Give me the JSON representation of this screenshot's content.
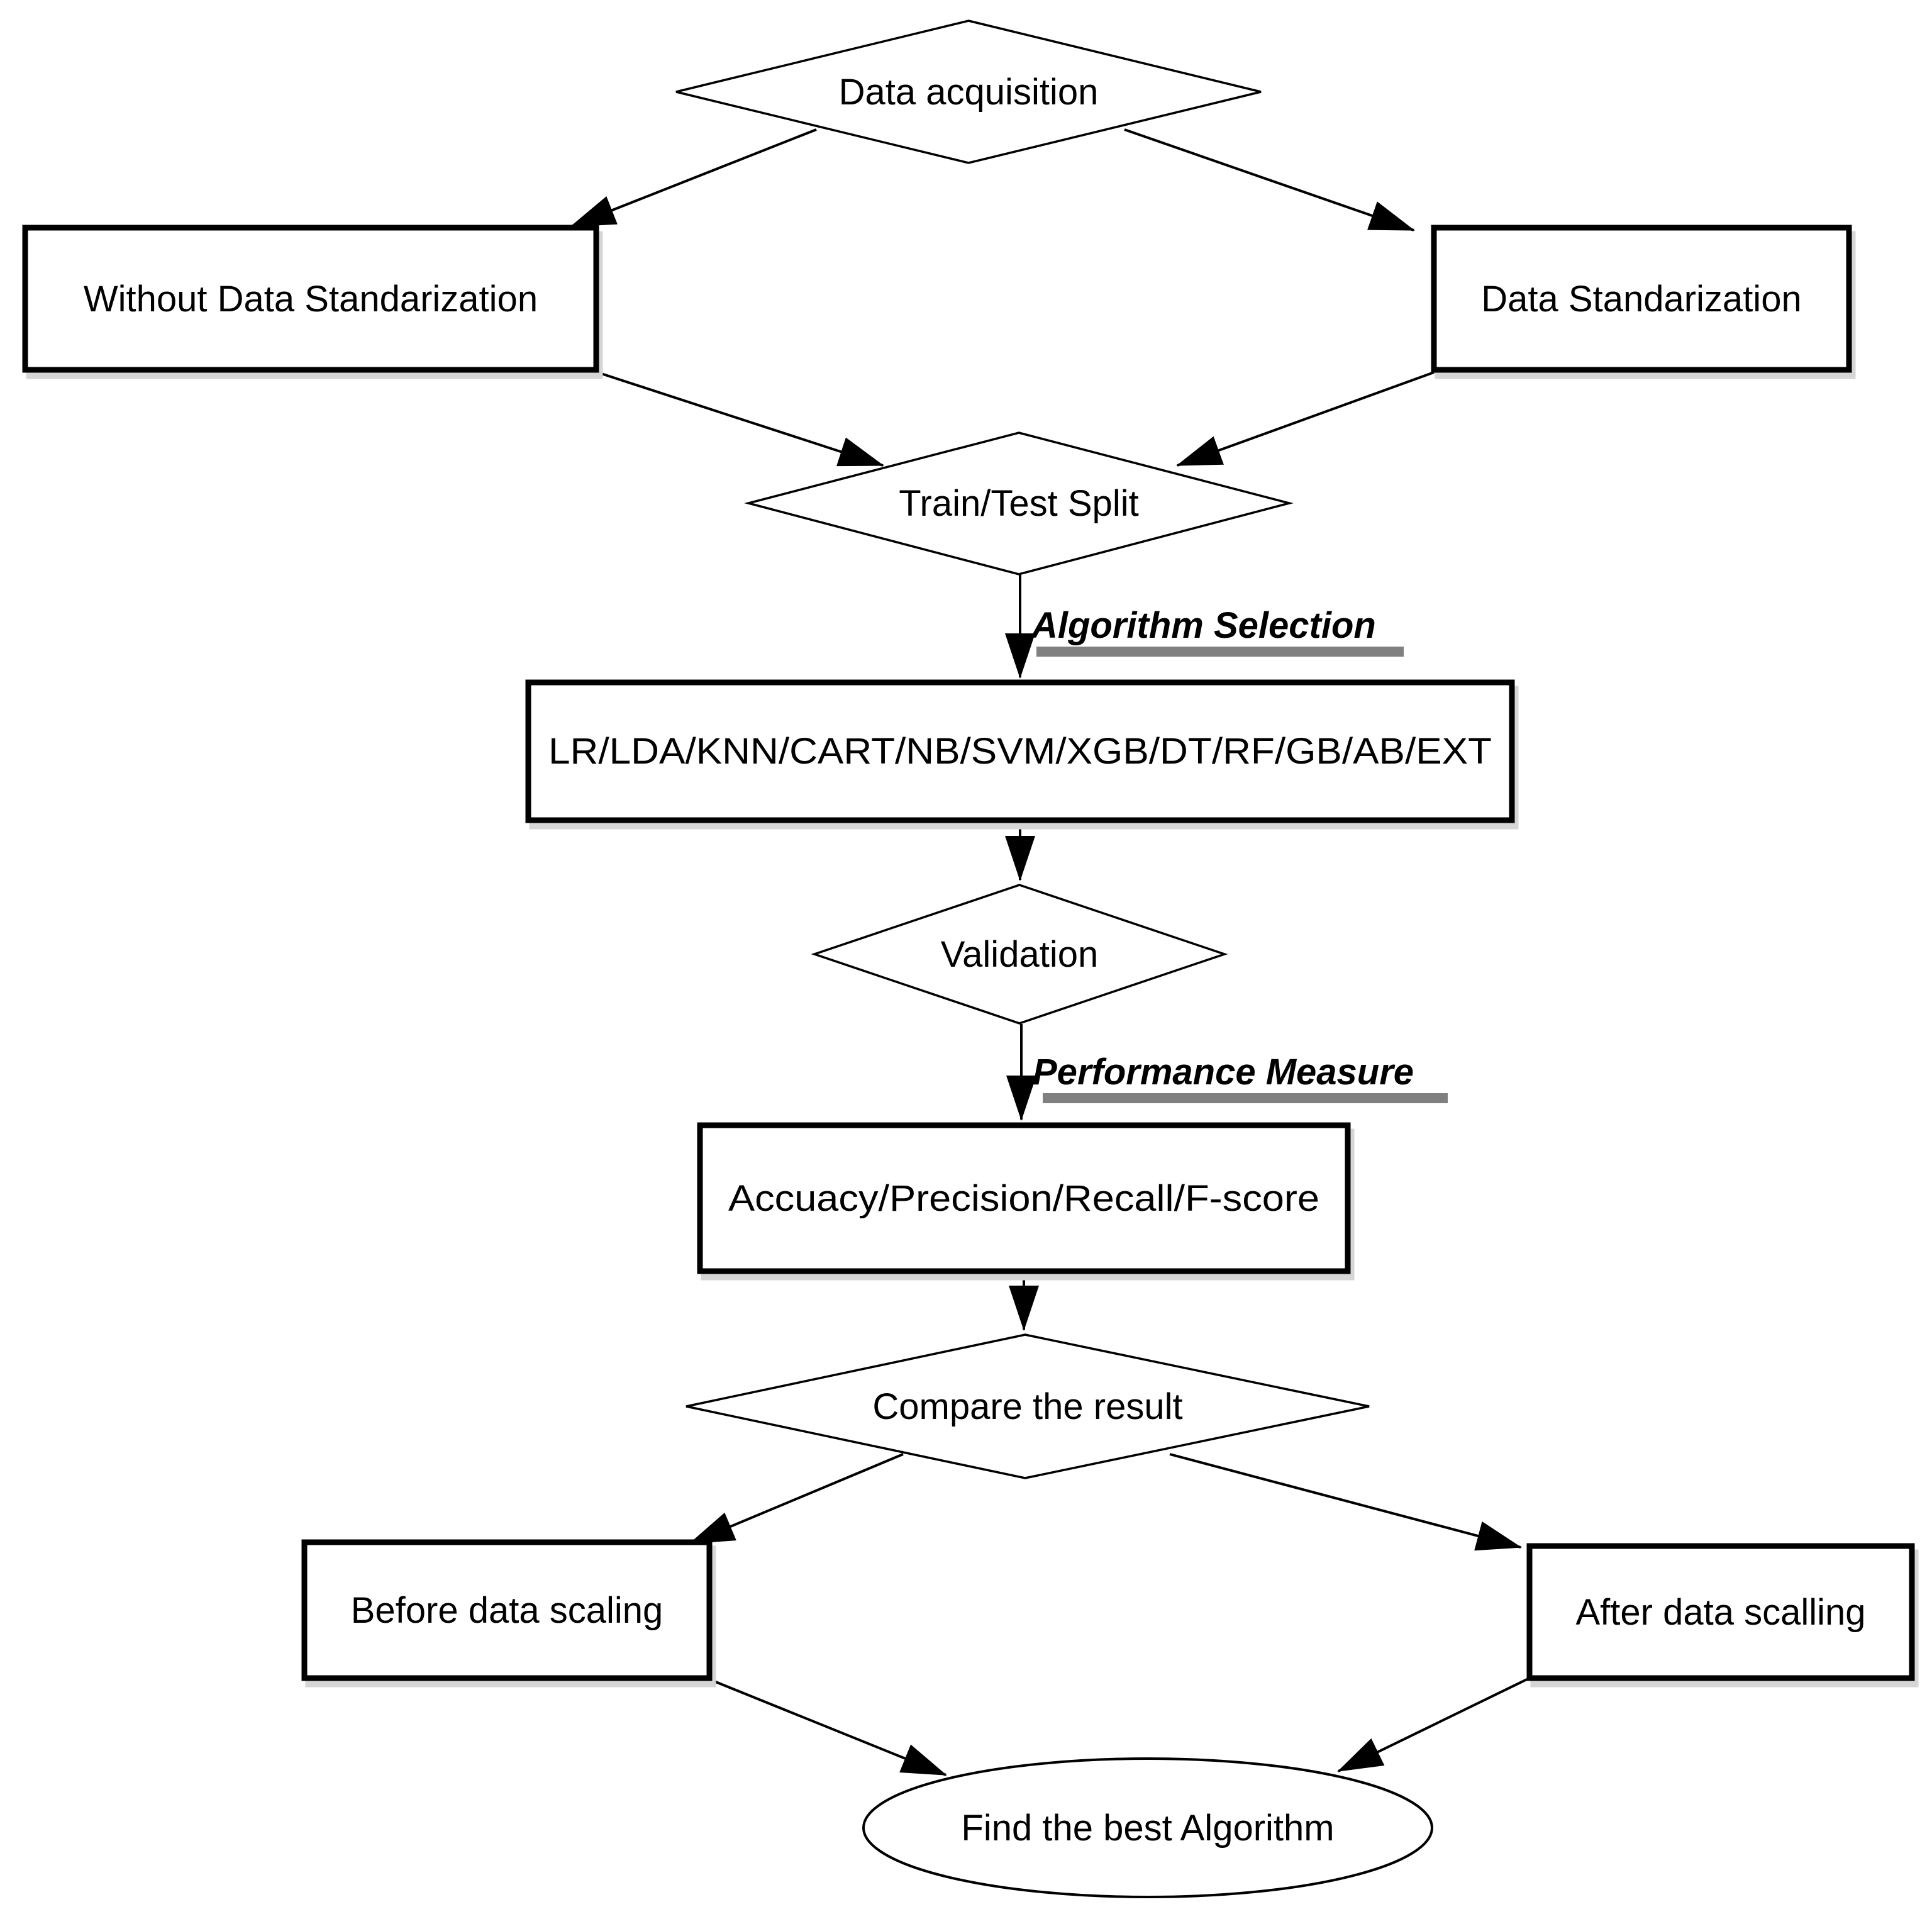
{
  "diagram": {
    "title_none": "",
    "nodes": {
      "data_acquisition": {
        "label": "Data acquisition",
        "shape": "diamond"
      },
      "without_standardization": {
        "label": "Without Data Standarization",
        "shape": "rect"
      },
      "data_standardization": {
        "label": "Data Standarization",
        "shape": "rect"
      },
      "train_test_split": {
        "label": "Train/Test Split",
        "shape": "diamond"
      },
      "algorithms": {
        "label": "LR/LDA/KNN/CART/NB/SVM/XGB/DT/RF/GB/AB/EXT",
        "shape": "rect"
      },
      "validation": {
        "label": "Validation",
        "shape": "diamond"
      },
      "metrics": {
        "label": "Accuacy/Precision/Recall/F-score",
        "shape": "rect"
      },
      "compare": {
        "label": "Compare the result",
        "shape": "diamond"
      },
      "before_scaling": {
        "label": "Before data scaling",
        "shape": "rect"
      },
      "after_scaling": {
        "label": "After data scalling",
        "shape": "rect"
      },
      "best_algorithm": {
        "label": "Find the best Algorithm",
        "shape": "ellipse"
      }
    },
    "annotations": {
      "algorithm_selection": {
        "label": "Algorithm Selection",
        "style": "bold-italic-underlined"
      },
      "performance_measure": {
        "label": "Performance Measure",
        "style": "bold-italic-underlined"
      }
    },
    "colors": {
      "line": "#000000",
      "text": "#000000",
      "shape_fill": "#ffffff",
      "underline_bar": "#808080",
      "box_shadow": "#d6d6d6",
      "background": "#ffffff"
    }
  }
}
